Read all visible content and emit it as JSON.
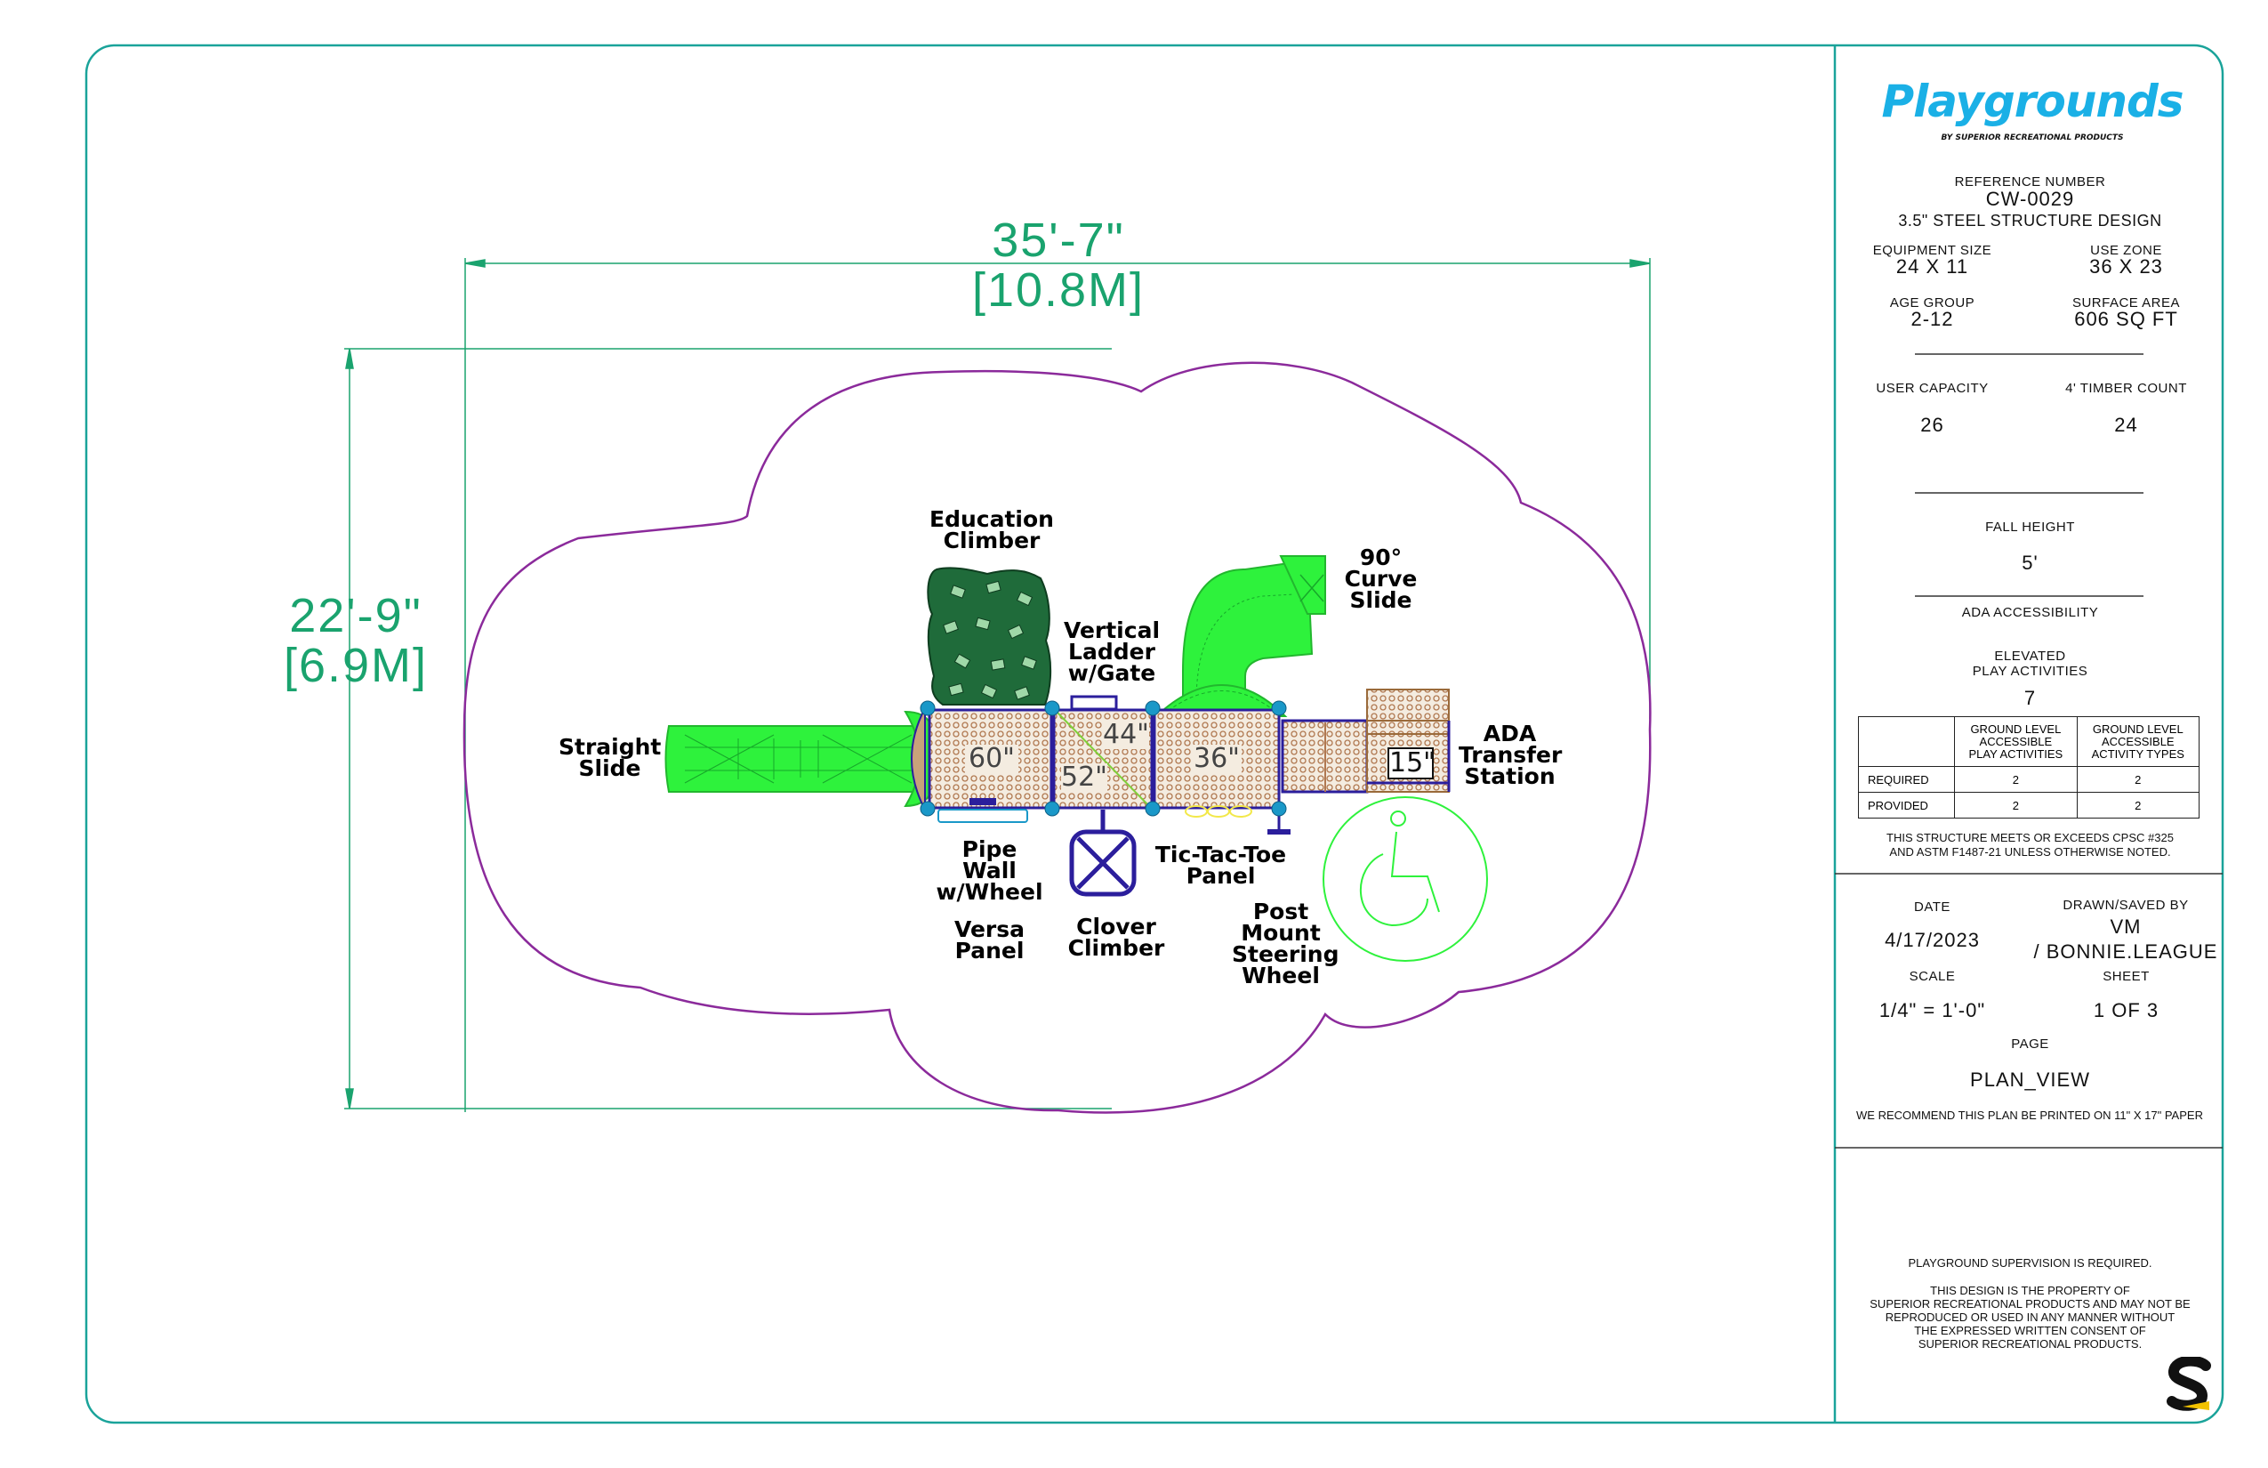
{
  "brand": {
    "name": "Playgrounds",
    "tagline": "BY SUPERIOR RECREATIONAL PRODUCTS",
    "color": "#1ab0e6"
  },
  "title_block": {
    "reference_label": "REFERENCE NUMBER",
    "reference_number": "CW-0029",
    "design": "3.5\" STEEL STRUCTURE DESIGN",
    "equipment_size_label": "EQUIPMENT SIZE",
    "equipment_size": "24 X 11",
    "use_zone_label": "USE ZONE",
    "use_zone": "36 X 23",
    "age_group_label": "AGE GROUP",
    "age_group": "2-12",
    "surface_area_label": "SURFACE AREA",
    "surface_area": "606 SQ FT",
    "user_capacity_label": "USER CAPACITY",
    "user_capacity": "26",
    "timber_count_label": "4' TIMBER COUNT",
    "timber_count": "24",
    "fall_height_label": "FALL HEIGHT",
    "fall_height": "5'",
    "ada_label": "ADA ACCESSIBILITY",
    "elevated_label_1": "ELEVATED",
    "elevated_label_2": "PLAY ACTIVITIES",
    "elevated_value": "7",
    "ada_table": {
      "col1": [
        "GROUND LEVEL",
        "ACCESSIBLE",
        "PLAY ACTIVITIES"
      ],
      "col2": [
        "GROUND LEVEL",
        "ACCESSIBLE",
        "ACTIVITY TYPES"
      ],
      "rows": [
        {
          "label": "REQUIRED",
          "a": "2",
          "b": "2"
        },
        {
          "label": "PROVIDED",
          "a": "2",
          "b": "2"
        }
      ]
    },
    "compliance_1": "THIS STRUCTURE MEETS OR EXCEEDS CPSC #325",
    "compliance_2": "AND ASTM F1487-21 UNLESS OTHERWISE NOTED.",
    "date_label": "DATE",
    "date": "4/17/2023",
    "drawn_label": "DRAWN/SAVED BY",
    "drawn_1": "VM",
    "drawn_2": "/ BONNIE.LEAGUE",
    "scale_label": "SCALE",
    "scale": "1/4\" = 1'-0\"",
    "sheet_label": "SHEET",
    "sheet": "1 OF 3",
    "page_label": "PAGE",
    "page": "PLAN_VIEW",
    "print_note": "WE RECOMMEND THIS PLAN BE PRINTED ON 11\" x 17\" PAPER",
    "supervision": "PLAYGROUND SUPERVISION IS REQUIRED.",
    "property": [
      "THIS DESIGN IS THE PROPERTY OF",
      "SUPERIOR RECREATIONAL PRODUCTS AND MAY NOT BE",
      "REPRODUCED OR USED IN ANY MANNER WITHOUT",
      "THE EXPRESSED WRITTEN CONSENT OF",
      "SUPERIOR RECREATIONAL PRODUCTS."
    ]
  },
  "dimensions": {
    "width_ft": "35'-7\"",
    "width_m": "[10.8M]",
    "height_ft": "22'-9\"",
    "height_m": "[6.9M]"
  },
  "components": {
    "education_climber": [
      "Education",
      "Climber"
    ],
    "curve_slide": [
      "90°",
      "Curve",
      "Slide"
    ],
    "vertical_ladder": [
      "Vertical",
      "Ladder",
      "w/Gate"
    ],
    "straight_slide": [
      "Straight",
      "Slide"
    ],
    "ada_station": [
      "ADA",
      "Transfer",
      "Station"
    ],
    "pipe_wall": [
      "Pipe",
      "Wall",
      "w/Wheel"
    ],
    "tic_tac_toe": [
      "Tic-Tac-Toe",
      "Panel"
    ],
    "versa_panel": [
      "Versa",
      "Panel"
    ],
    "clover_climber": [
      "Clover",
      "Climber"
    ],
    "steering_wheel": [
      "Post",
      "Mount",
      "Steering",
      "Wheel"
    ]
  },
  "deck_heights": {
    "deck1": "60\"",
    "deck2": "44\"",
    "deck3": "52\"",
    "deck4": "36\"",
    "deck5": "15\""
  },
  "colors": {
    "border": "#1aa39a",
    "dimension": "#1aa36e",
    "use_zone": "#8b2a9b",
    "slide": "#2ef23c",
    "deck": "#c8a27a",
    "frame": "#2b1e9c",
    "post": "#1a98c8",
    "climber": "#1f6b3a"
  }
}
